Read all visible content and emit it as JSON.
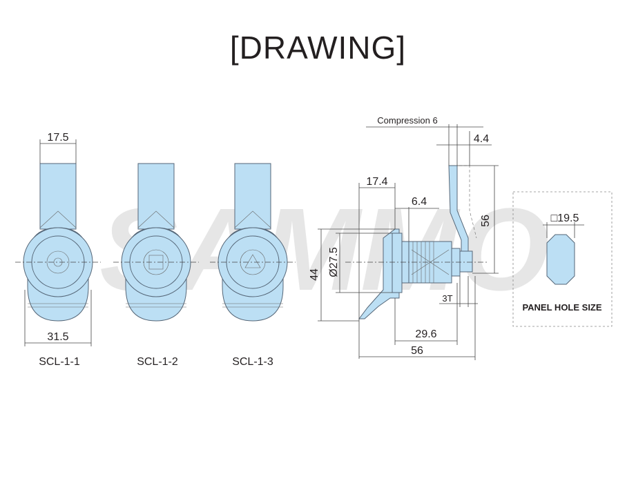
{
  "title": "[DRAWING]",
  "watermark": "SAMMO",
  "colors": {
    "part_fill": "#bcdff4",
    "part_stroke": "#556677",
    "text": "#231f20",
    "watermark": "#e6e6e6"
  },
  "front_views": {
    "dim_width_top": "17.5",
    "dim_width_bottom": "31.5",
    "labels": [
      "SCL-1-1",
      "SCL-1-2",
      "SCL-1-3"
    ]
  },
  "side_view": {
    "compression": "Compression 6",
    "dim_4_4": "4.4",
    "dim_17_4": "17.4",
    "dim_6_4": "6.4",
    "dim_56_vertical": "56",
    "dim_27_5": "Ø27.5",
    "dim_44": "44",
    "dim_3t": "3T",
    "dim_29_6": "29.6",
    "dim_56_bottom": "56"
  },
  "panel_hole": {
    "dim": "□19.5",
    "label": "PANEL HOLE SIZE"
  }
}
